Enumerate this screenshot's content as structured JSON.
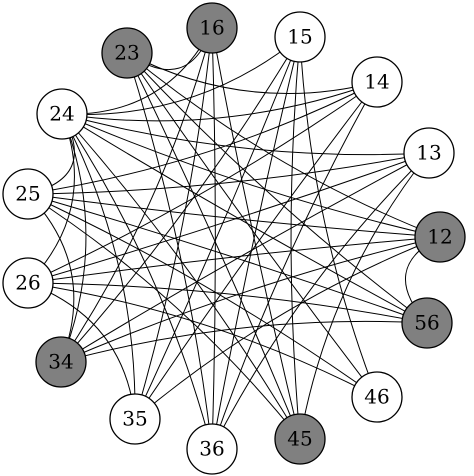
{
  "colors": {
    "filled": "#808080",
    "empty": "#ffffff",
    "stroke": "#000000"
  },
  "nodes": [
    {
      "id": "16",
      "label": "16",
      "filled": true
    },
    {
      "id": "15",
      "label": "15",
      "filled": false
    },
    {
      "id": "14",
      "label": "14",
      "filled": false
    },
    {
      "id": "13",
      "label": "13",
      "filled": false
    },
    {
      "id": "12",
      "label": "12",
      "filled": true
    },
    {
      "id": "56",
      "label": "56",
      "filled": true
    },
    {
      "id": "46",
      "label": "46",
      "filled": false
    },
    {
      "id": "45",
      "label": "45",
      "filled": true
    },
    {
      "id": "36",
      "label": "36",
      "filled": false
    },
    {
      "id": "35",
      "label": "35",
      "filled": false
    },
    {
      "id": "34",
      "label": "34",
      "filled": true
    },
    {
      "id": "26",
      "label": "26",
      "filled": false
    },
    {
      "id": "25",
      "label": "25",
      "filled": false
    },
    {
      "id": "24",
      "label": "24",
      "filled": false
    },
    {
      "id": "23",
      "label": "23",
      "filled": true
    }
  ],
  "edges": [
    [
      "16",
      "23"
    ],
    [
      "16",
      "34"
    ],
    [
      "16",
      "35"
    ],
    [
      "16",
      "36"
    ],
    [
      "16",
      "45"
    ],
    [
      "16",
      "24"
    ],
    [
      "15",
      "24"
    ],
    [
      "15",
      "34"
    ],
    [
      "15",
      "35"
    ],
    [
      "15",
      "36"
    ],
    [
      "15",
      "45"
    ],
    [
      "15",
      "46"
    ],
    [
      "14",
      "23"
    ],
    [
      "14",
      "25"
    ],
    [
      "14",
      "26"
    ],
    [
      "14",
      "35"
    ],
    [
      "14",
      "36"
    ],
    [
      "14",
      "24"
    ],
    [
      "13",
      "24"
    ],
    [
      "13",
      "25"
    ],
    [
      "13",
      "26"
    ],
    [
      "13",
      "34"
    ],
    [
      "13",
      "36"
    ],
    [
      "13",
      "45"
    ],
    [
      "12",
      "23"
    ],
    [
      "12",
      "24"
    ],
    [
      "12",
      "25"
    ],
    [
      "12",
      "26"
    ],
    [
      "12",
      "34"
    ],
    [
      "12",
      "35"
    ],
    [
      "12",
      "56"
    ],
    [
      "56",
      "23"
    ],
    [
      "56",
      "24"
    ],
    [
      "56",
      "25"
    ],
    [
      "56",
      "26"
    ],
    [
      "56",
      "34"
    ],
    [
      "46",
      "23"
    ],
    [
      "46",
      "25"
    ],
    [
      "46",
      "26"
    ],
    [
      "45",
      "23"
    ],
    [
      "45",
      "24"
    ],
    [
      "45",
      "25"
    ],
    [
      "36",
      "23"
    ],
    [
      "36",
      "24"
    ],
    [
      "35",
      "26"
    ],
    [
      "35",
      "24"
    ],
    [
      "34",
      "25"
    ],
    [
      "34",
      "24"
    ],
    [
      "26",
      "24"
    ],
    [
      "25",
      "24"
    ]
  ]
}
